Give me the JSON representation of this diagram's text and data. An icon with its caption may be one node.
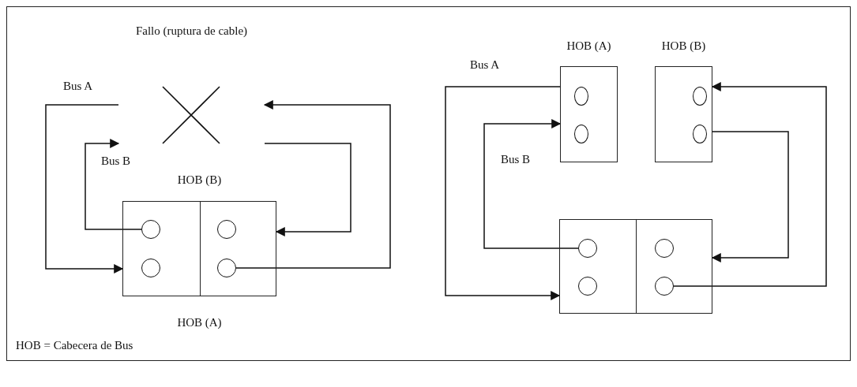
{
  "diagram": {
    "nodes": [
      {
        "text": [
          "Fallo (ruptura de cable)"
        ]
      },
      {
        "text": [
          "HOB (B)",
          "HOB (A)"
        ]
      },
      {
        "text": [],
        "shape": "circle",
        "in": 1
      },
      {
        "text": [],
        "shape": "circle",
        "in": 1
      },
      {
        "text": [],
        "shape": "circle",
        "in": 1
      },
      {
        "text": [],
        "shape": "circle",
        "in": 1
      },
      {
        "text": [
          "HOB (A)"
        ]
      },
      {
        "text": [],
        "shape": "circle",
        "in": 6
      },
      {
        "text": [],
        "shape": "circle",
        "in": 6
      },
      {
        "text": [
          "HOB (B)"
        ]
      },
      {
        "text": [],
        "shape": "circle",
        "in": 9
      },
      {
        "text": [],
        "shape": "circle",
        "in": 9
      },
      {
        "text": [],
        "shape": "box"
      },
      {
        "text": [],
        "shape": "circle",
        "in": 12
      },
      {
        "text": [],
        "shape": "circle",
        "in": 12
      },
      {
        "text": [],
        "shape": "circle",
        "in": 12
      },
      {
        "text": [],
        "shape": "circle",
        "in": 12
      }
    ],
    "edges": [
      {
        "from": 0,
        "to": 1,
        "arrow": "to",
        "label": "Bus A"
      },
      {
        "from": 2,
        "to": 0,
        "arrow": "to",
        "label": "Bus B"
      },
      {
        "from": 5,
        "to": 0,
        "arrow": "to"
      },
      {
        "from": 0,
        "to": 1,
        "arrow": "to"
      },
      {
        "from": 6,
        "to": 12,
        "arrow": "to",
        "label": "Bus A"
      },
      {
        "from": 13,
        "to": 6,
        "arrow": "to",
        "label": "Bus B"
      },
      {
        "from": 16,
        "to": 9,
        "arrow": "to"
      },
      {
        "from": 9,
        "to": 12,
        "arrow": "to"
      }
    ],
    "labels": [
      "HOB = Cabecera de Bus"
    ]
  }
}
